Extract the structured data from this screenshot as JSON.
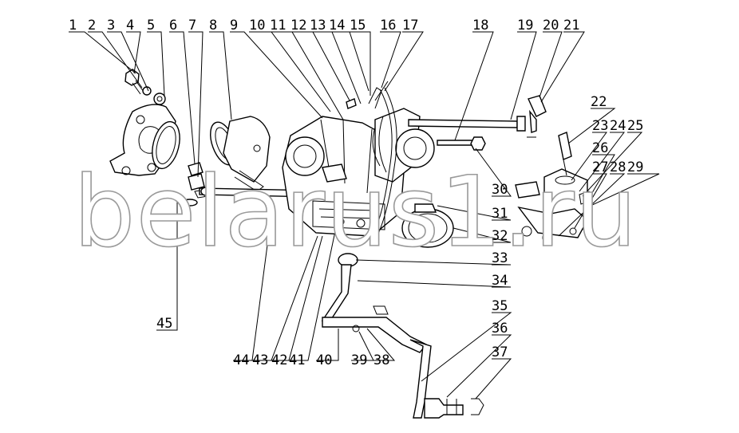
{
  "watermark": {
    "text": "belarus1.ru"
  },
  "callouts": {
    "top": [
      "1",
      "2",
      "3",
      "4",
      "5",
      "6",
      "7",
      "8",
      "9",
      "10",
      "11",
      "12",
      "13",
      "14",
      "15",
      "16",
      "17",
      "18",
      "19",
      "20",
      "21"
    ],
    "right": [
      "22",
      "23",
      "24",
      "25",
      "26",
      "27",
      "28",
      "29",
      "30",
      "31",
      "32",
      "33",
      "34",
      "35",
      "36",
      "37"
    ],
    "bottom": [
      "38",
      "39",
      "40",
      "41",
      "42",
      "43",
      "44"
    ],
    "left": [
      "45"
    ]
  }
}
